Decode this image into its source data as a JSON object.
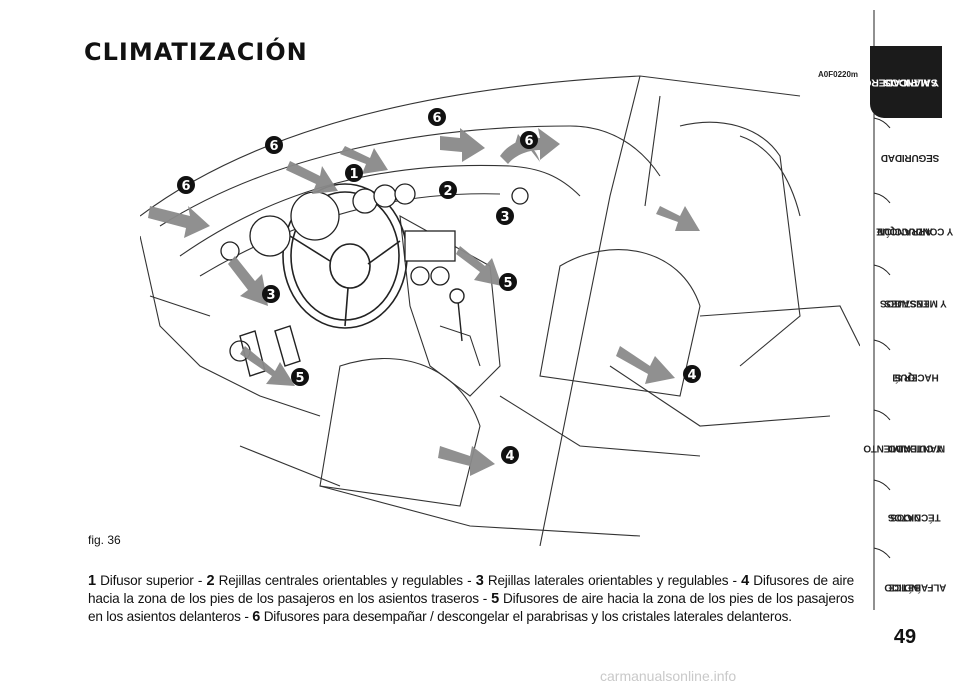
{
  "page": {
    "title": "CLIMATIZACIÓN",
    "image_code": "A0F0220m",
    "fig_label": "fig. 36",
    "page_number": "49",
    "watermark": "carmanualsonline.info"
  },
  "caption": {
    "items": [
      {
        "num": "1",
        "text": "Difusor superior - "
      },
      {
        "num": "2",
        "text": "Rejillas centrales orientables y regulables - "
      },
      {
        "num": "3",
        "text": "Rejillas laterales orientables y regulables - "
      },
      {
        "num": "4",
        "text": "Difusores de aire hacia la zona de los pies de los pasajeros en los asientos traseros - "
      },
      {
        "num": "5",
        "text": "Difusores de aire hacia la zona de los pies de los pasajeros en los asientos delanteros - "
      },
      {
        "num": "6",
        "text": "Difusores para desempañar / descongelar el parabrisas y los cristales laterales delanteros."
      }
    ]
  },
  "callouts": [
    "1",
    "2",
    "3",
    "3",
    "4",
    "4",
    "5",
    "5",
    "6",
    "6",
    "6",
    "6"
  ],
  "tabs": [
    {
      "line1": "SALPICADERO",
      "line2": "Y MANDOS",
      "active": true
    },
    {
      "line1": "SEGURIDAD",
      "line2": "",
      "active": false
    },
    {
      "line1": "ARRANQUE",
      "line2": "Y CONDUCCIÓN",
      "active": false
    },
    {
      "line1": "TESTIGOS",
      "line2": "Y MENSAJES",
      "active": false
    },
    {
      "line1": "QUÉ",
      "line2": "HACER SI",
      "active": false
    },
    {
      "line1": "MANTENIMIENTO",
      "line2": "Y CUIDADO",
      "active": false
    },
    {
      "line1": "DATOS",
      "line2": "TÉCNICOS",
      "active": false
    },
    {
      "line1": "ÍNDICE",
      "line2": "ALFABÉTICO",
      "active": false
    }
  ],
  "colors": {
    "accent": "#1b1b1b",
    "arrow": "#8a8a8a"
  }
}
